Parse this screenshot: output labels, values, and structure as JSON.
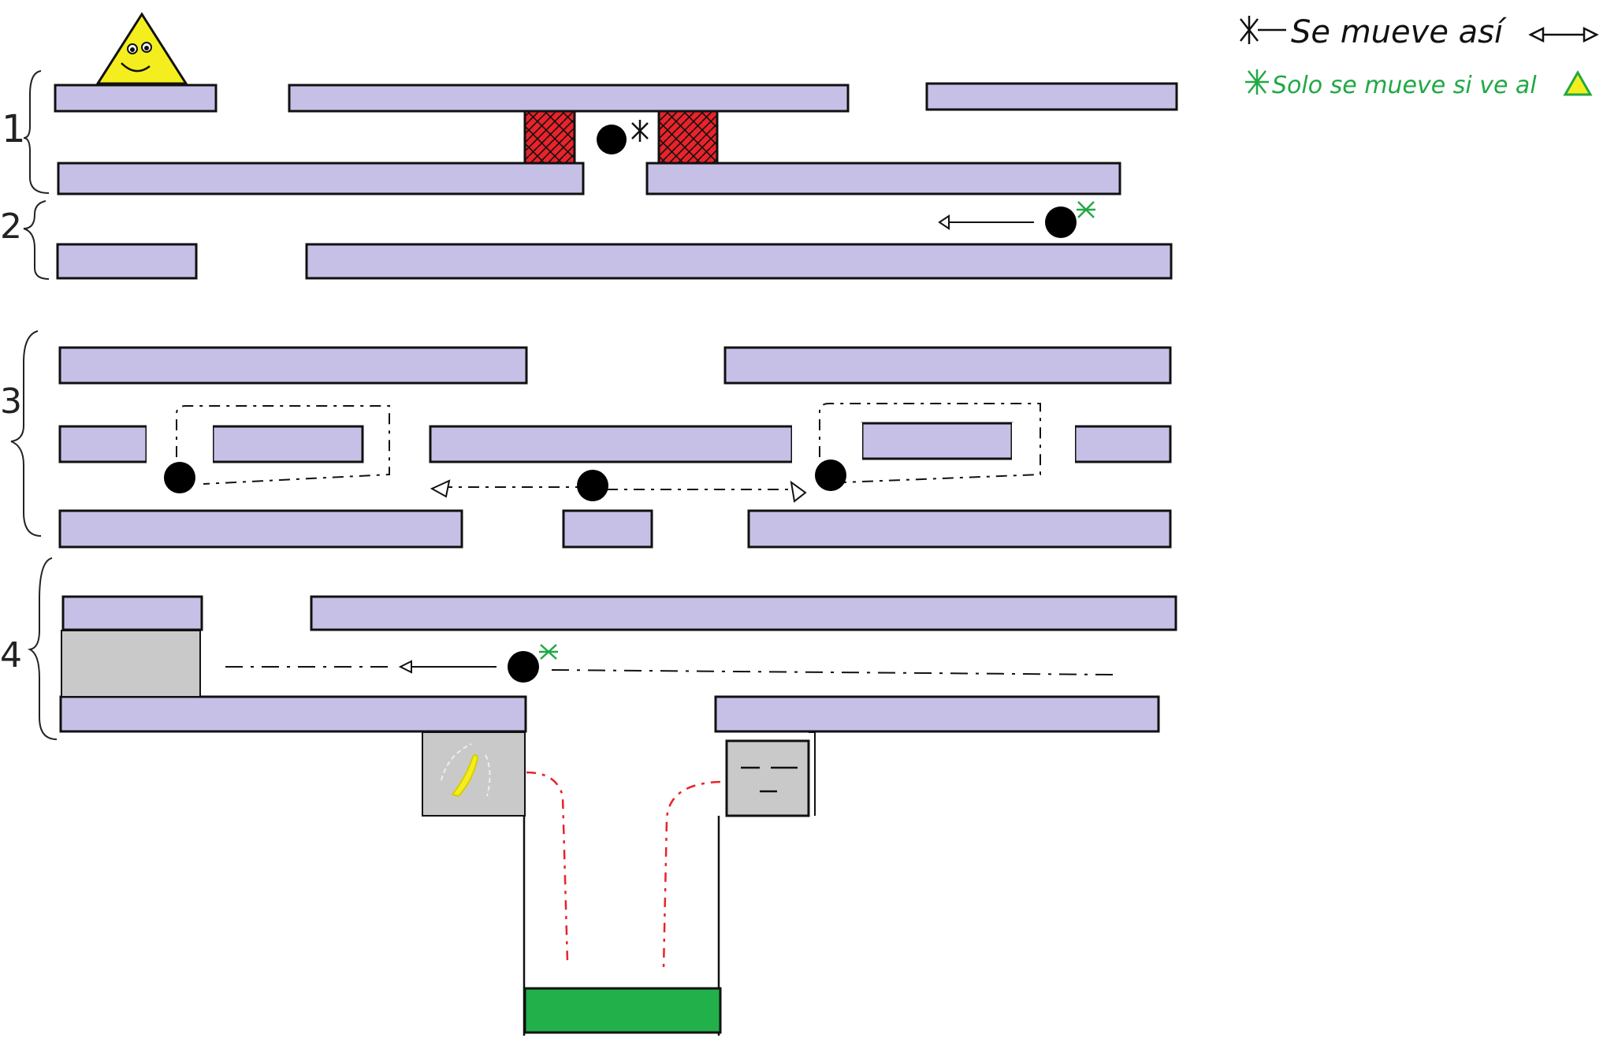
{
  "level": {
    "sections": [
      "1",
      "2",
      "3",
      "4"
    ]
  },
  "legend": {
    "line1_text": "Se mueve así",
    "line2_text": "Solo se mueve si ve al",
    "line1_color": "#111111",
    "line2_color": "#21a845",
    "line1_marker": "black-asterisk-icon",
    "line2_marker": "green-asterisk-icon",
    "line1_arrow": "double-arrow-icon",
    "line2_symbol": "yellow-triangle-icon"
  },
  "colors": {
    "platform": "#c7c0e6",
    "outline": "#111111",
    "hazard_block": "#e8232a",
    "stone_block": "#c9c9c9",
    "goal": "#22b04a",
    "player": "#f4ee1f",
    "enemy": "#000000",
    "path_red": "#e8232a"
  },
  "entities": {
    "player": "smiley-triangle",
    "goal": "green-exit-block"
  }
}
